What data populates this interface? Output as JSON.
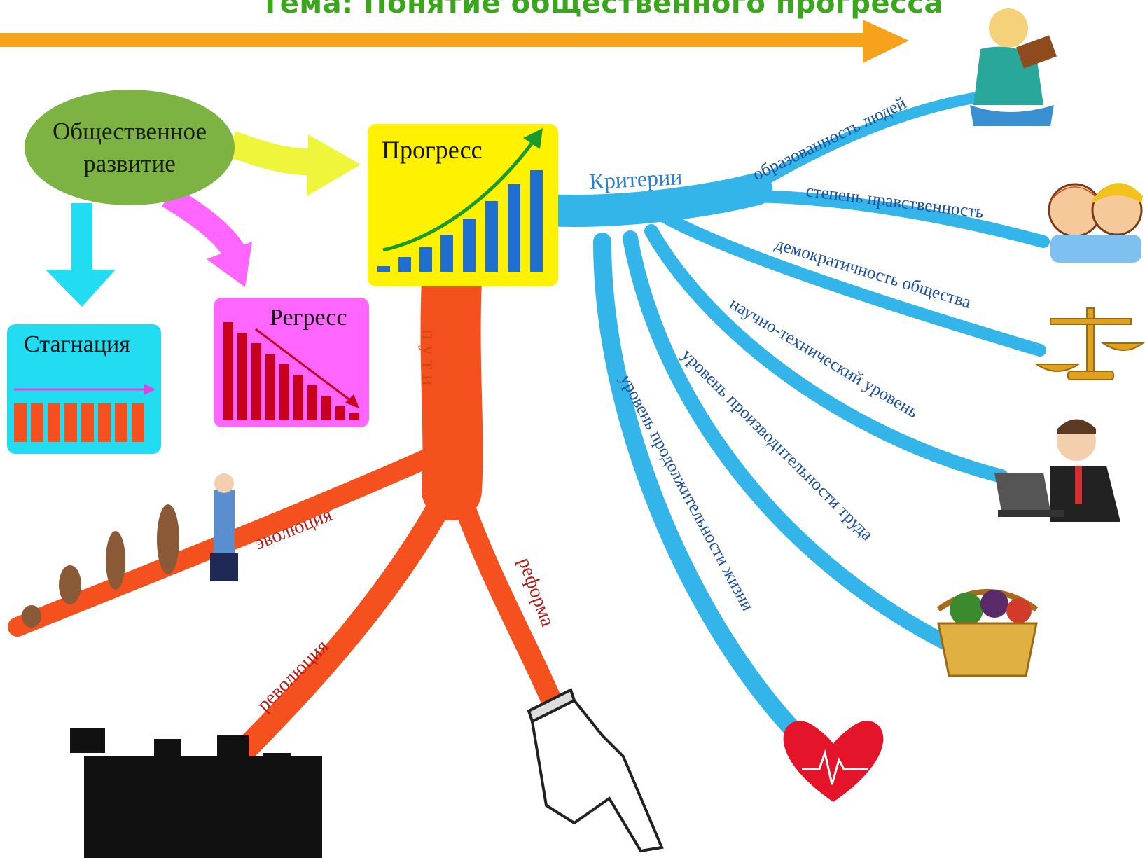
{
  "title": "Тема: Понятие общественного прогресса",
  "nodes": {
    "development": "Общественное развитие",
    "progress": "Прогресс",
    "regress": "Регресс",
    "stagnation": "Стагнация"
  },
  "criteria": {
    "label": "Критерии",
    "items": [
      "образованность людей",
      "степень нравственность",
      "демократичность общества",
      "научно-технический уровень",
      "уровень производительности труда",
      "уровень продолжительности жизни"
    ]
  },
  "paths": {
    "label": "пути",
    "items": [
      "эволюция",
      "революция",
      "реформа"
    ]
  },
  "colors": {
    "title": "#3aa61c",
    "top_arrow": "#f7a21b",
    "criteria_branch": "#33b5ea",
    "criteria_text": "#1a4fa0",
    "paths_branch": "#f4511e",
    "paths_text": "#d84315",
    "progress_box": "#fff200",
    "regress_box": "#ff66ff",
    "stagnation_box": "#22ddf2",
    "oval": "#7cb342",
    "arrow_to_progress": "#eef53a",
    "arrow_to_regress": "#ff66ff",
    "arrow_to_stagnation": "#22ddf2"
  },
  "icons": [
    "reading-woman-icon",
    "two-kids-icon",
    "scales-icon",
    "laptop-man-icon",
    "vegetable-basket-icon",
    "heart-pulse-icon",
    "human-evolution-icon",
    "protest-crowd-icon",
    "pointing-hand-icon",
    "bar-chart-up-icon",
    "bar-chart-down-icon",
    "bar-chart-flat-icon"
  ]
}
